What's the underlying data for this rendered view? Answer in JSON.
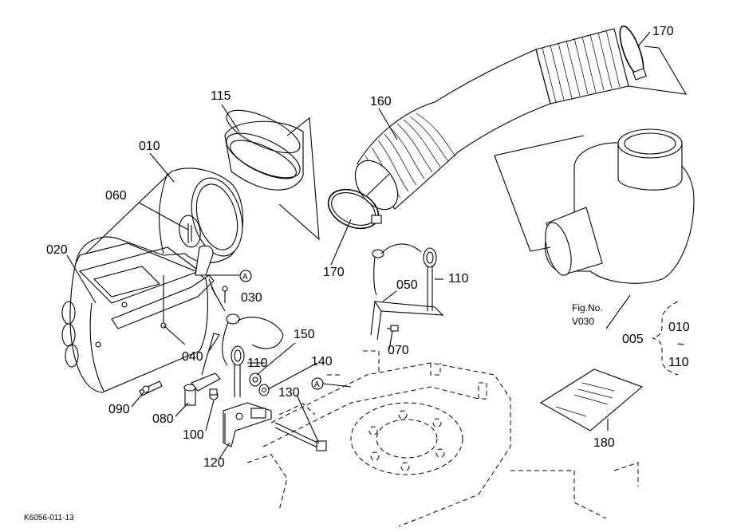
{
  "callouts": {
    "c005": "005",
    "c010": "010",
    "c010b": "010",
    "c020": "020",
    "c030": "030",
    "c040": "040",
    "c050": "050",
    "c060": "060",
    "c070": "070",
    "c080": "080",
    "c090": "090",
    "c100": "100",
    "c110a": "110",
    "c110b": "110",
    "c110c": "110",
    "c115": "115",
    "c120": "120",
    "c130": "130",
    "c140": "140",
    "c150": "150",
    "c160": "160",
    "c170a": "170",
    "c170b": "170",
    "c180": "180"
  },
  "range_tilde": "~",
  "ref_marker_a": "A",
  "ref_marker_b": "A",
  "fig_no_label": "Fig.No.",
  "fig_no_value": "V030",
  "drawing_code": "K6056-011-13"
}
